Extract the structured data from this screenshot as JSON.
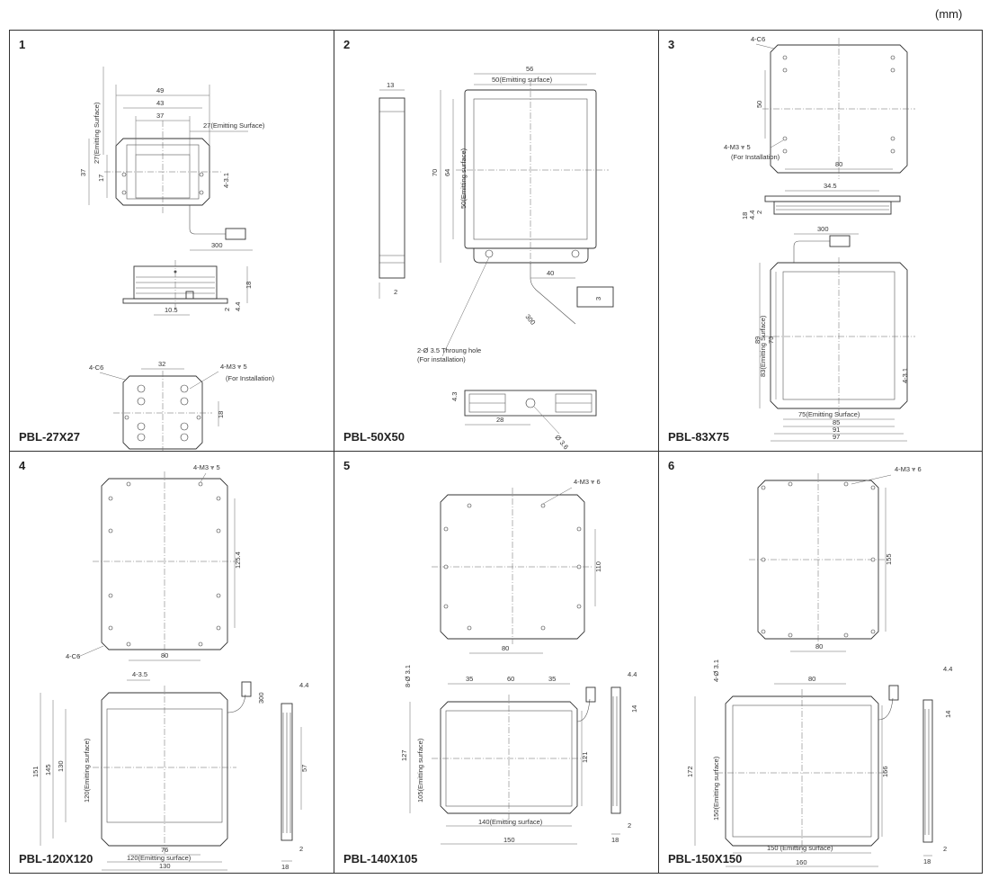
{
  "unit_label": "(mm)",
  "panels": [
    {
      "number": "1",
      "model": "PBL-27X27",
      "dims": {
        "d49": "49",
        "d43": "43",
        "d37": "37",
        "emit_w": "27(Emitting Surface)",
        "emit_h": "27(Emitting Surface)",
        "d37v": "37",
        "d17": "17",
        "d4_3_1": "4-3.1",
        "d300": "300",
        "d2": "2",
        "d4_4": "4.4",
        "d18": "18",
        "d10_5": "10.5",
        "c6": "4-C6",
        "d32": "32",
        "m3": "4-M3 ⩔ 5",
        "for_install": "(For Installation)",
        "d18b": "18"
      }
    },
    {
      "number": "2",
      "model": "PBL-50X50",
      "dims": {
        "d13": "13",
        "d56": "56",
        "emit_w": "50(Emitting surface)",
        "d70": "70",
        "d64": "64",
        "emit_h": "50(Emitting surface)",
        "d2": "2",
        "d40": "40",
        "d3": "3",
        "d300": "300",
        "hole": "2-Ø 3.5 Throung hole",
        "for_install": "(For installation)",
        "d4_3": "4.3",
        "d28": "28",
        "d3_6": "Ø 3.6"
      }
    },
    {
      "number": "3",
      "model": "PBL-83X75",
      "dims": {
        "c6": "4-C6",
        "d50": "50",
        "m3": "4-M3 ⩔ 5",
        "for_install": "(For Installation)",
        "d80": "80",
        "d34_5": "34.5",
        "d18": "18",
        "d4_4": "4.4",
        "d2": "2",
        "d300": "300",
        "emit_h": "83(Emitting Surface)",
        "d89": "89",
        "d73": "73",
        "d4_3_1": "4-3.1",
        "emit_w": "75(Emitting Surface)",
        "d85": "85",
        "d91": "91",
        "d97": "97"
      }
    },
    {
      "number": "4",
      "model": "PBL-120X120",
      "dims": {
        "m3": "4-M3 ⩔ 5",
        "d125_4": "125.4",
        "d80": "80",
        "c6": "4-C6",
        "d4_3_5": "4-3.5",
        "d300": "300",
        "d4_4": "4.4",
        "d151": "151",
        "d145": "145",
        "d130": "130",
        "emit_h": "120(Emitting surface)",
        "d57": "57",
        "d76": "76",
        "emit_w": "120(Emitting surface)",
        "d130b": "130",
        "d2": "2",
        "d18": "18"
      }
    },
    {
      "number": "5",
      "model": "PBL-140X105",
      "dims": {
        "m3": "4-M3 ⩔ 6",
        "d110": "110",
        "d80": "80",
        "d8_3_1": "8-Ø 3.1",
        "d35a": "35",
        "d60": "60",
        "d35b": "35",
        "d4_4": "4.4",
        "d14": "14",
        "d127": "127",
        "emit_h": "105(Emitting surface)",
        "d121": "121",
        "emit_w": "140(Emitting surface)",
        "d150": "150",
        "d2": "2",
        "d18": "18"
      }
    },
    {
      "number": "6",
      "model": "PBL-150X150",
      "dims": {
        "m3": "4-M3 ⩔ 6",
        "d155": "155",
        "d80": "80",
        "d4_3_1": "4-Ø 3.1",
        "d80b": "80",
        "d4_4": "4.4",
        "d14": "14",
        "d172": "172",
        "emit_h": "150(Emitting surface)",
        "d166": "166",
        "emit_w": "150 (Emitting surface)",
        "d160": "160",
        "d2": "2",
        "d18": "18"
      }
    }
  ]
}
